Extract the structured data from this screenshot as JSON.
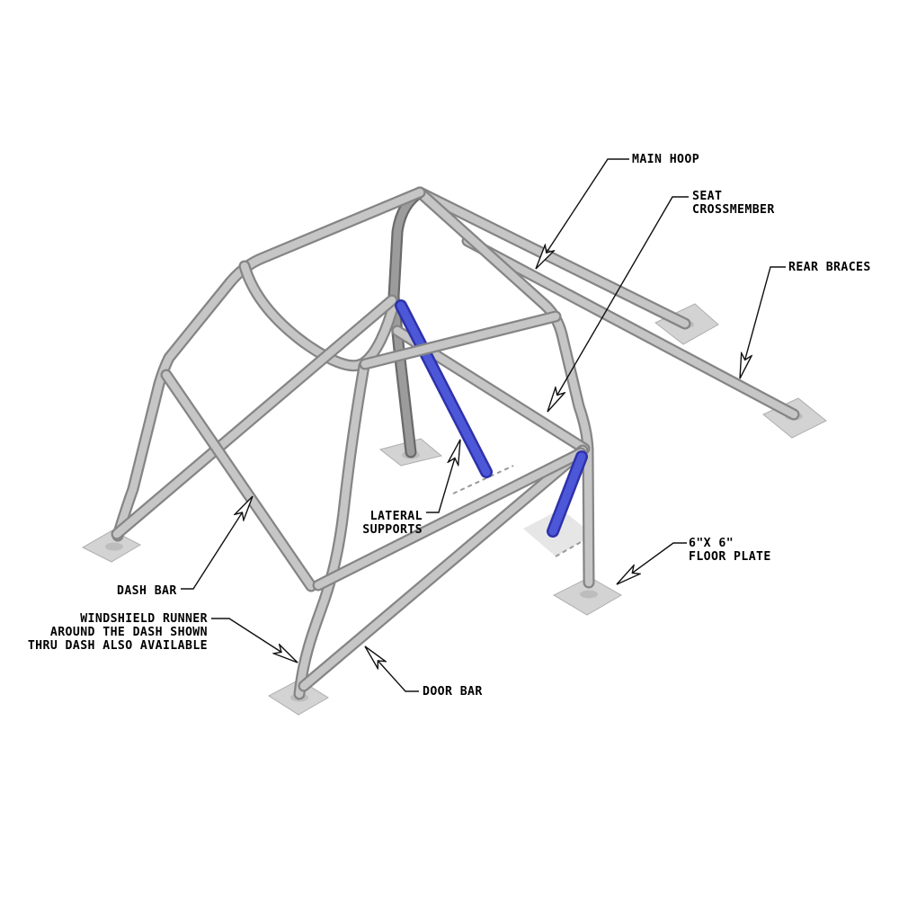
{
  "diagram": {
    "type": "technical line illustration",
    "subject": "10-point automotive roll cage with callout labels",
    "labels": {
      "main_hoop": {
        "text": "MAIN HOOP"
      },
      "seat_crossmember": {
        "line1": "SEAT",
        "line2": "CROSSMEMBER"
      },
      "rear_braces": {
        "text": "REAR BRACES"
      },
      "lateral_supports": {
        "line1": "LATERAL",
        "line2": "SUPPORTS"
      },
      "floor_plate": {
        "line1": "6\"X 6\"",
        "line2": "FLOOR PLATE"
      },
      "dash_bar": {
        "text": "DASH BAR"
      },
      "windshield_runner": {
        "line1": "WINDSHIELD RUNNER",
        "line2": "AROUND THE DASH SHOWN",
        "line3": "THRU DASH ALSO AVAILABLE"
      },
      "door_bar": {
        "text": "DOOR BAR"
      }
    },
    "colors": {
      "background": "#ffffff",
      "tube_gray_core": "#c6c6c6",
      "tube_gray_edge": "#858585",
      "tube_dark_core": "#9c9c9c",
      "tube_dark_edge": "#6a6a6a",
      "lateral_support_blue_core": "#4d58d8",
      "lateral_support_blue_edge": "#2e32aa",
      "floor_plate_fill": "#d3d3d3",
      "hidden_plate_fill": "#e6e6e6",
      "leader_line": "#101010",
      "label_text": "#000000"
    }
  }
}
